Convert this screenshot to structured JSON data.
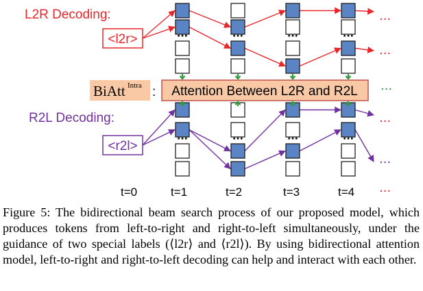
{
  "colors": {
    "l2r": "#e8262a",
    "r2l": "#7030a0",
    "token_fill": "#5b84c4",
    "token_stroke": "#1f1f1f",
    "attention_fill": "#f8c9a4",
    "attention_stroke": "#c0504d",
    "arrow_down_green": "#2e9a3c"
  },
  "diagram": {
    "l2r_title": "L2R Decoding:",
    "l2r_start": "<l2r>",
    "r2l_title": "R2L Decoding:",
    "r2l_start": "<r2l>",
    "biatt_main": "BiAtt",
    "biatt_sup": "Intra",
    "biatt_colon": ":",
    "attention_text": "Attention Between L2R and R2L",
    "timesteps": [
      "t=0",
      "t=1",
      "t=2",
      "t=3",
      "t=4"
    ],
    "ellipsis": "···",
    "vertical_dots": "···"
  },
  "caption": {
    "text": "Figure 5: The bidirectional beam search process of our proposed model, which produces tokens from left-to-right and right-to-left simultaneously, under the guidance of two special labels (⟨l2r⟩ and ⟨r2l⟩). By using bidirectional attention model, left-to-right and right-to-left decoding can help and interact with each other."
  }
}
